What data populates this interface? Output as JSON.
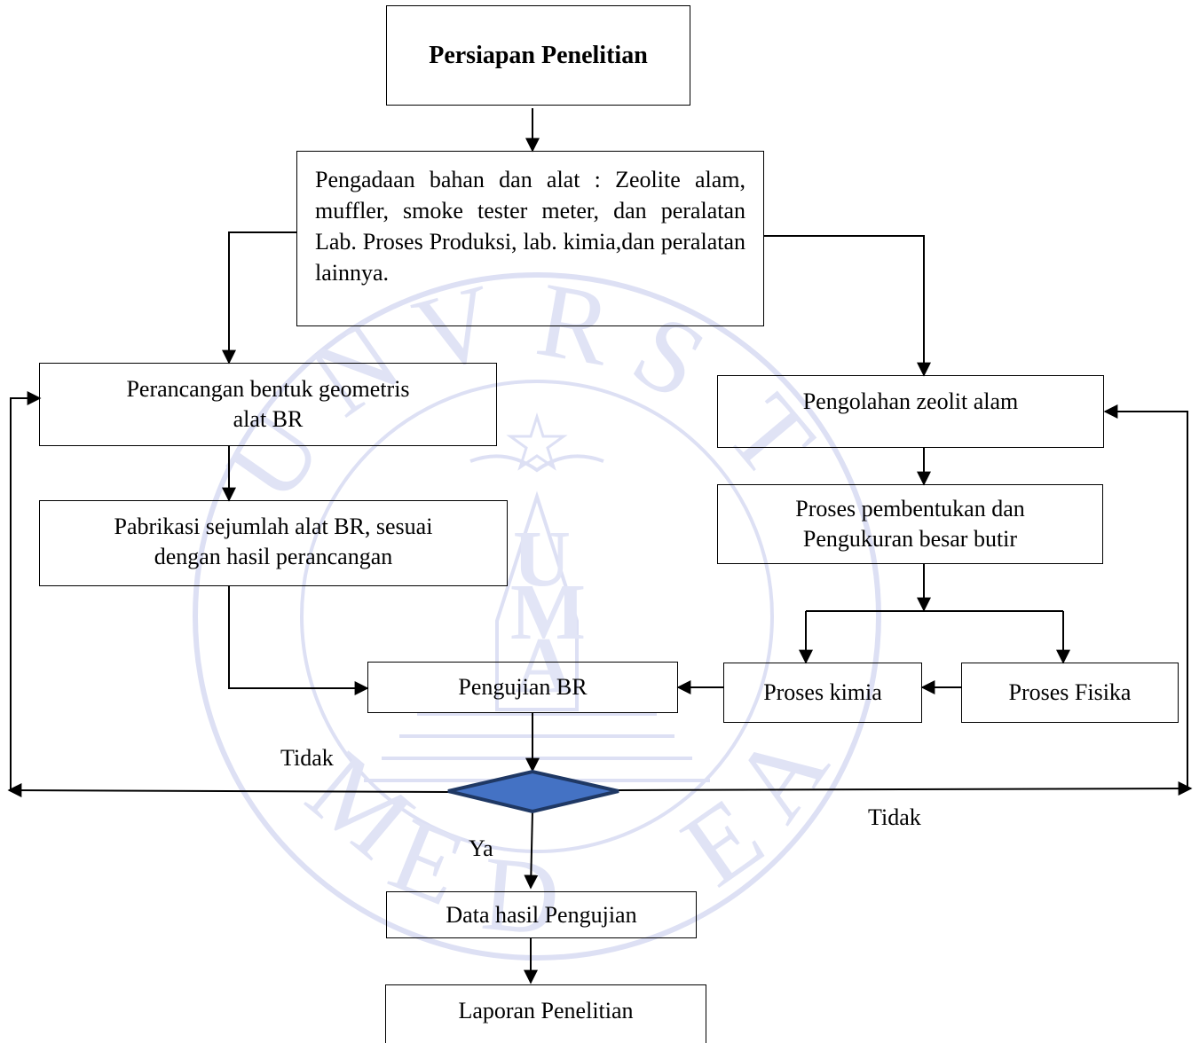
{
  "diagram": {
    "nodes": {
      "persiapan": "Persiapan Penelitian",
      "pengadaan": "Pengadaan bahan dan alat    : Zeolite alam, muffler, smoke tester meter, dan peralatan Lab. Proses Produksi, lab. kimia,dan peralatan lainnya.",
      "perancangan_line1": "Perancangan  bentuk geometris",
      "perancangan_line2": "alat BR",
      "pengolahan": "Pengolahan zeolit alam",
      "pabrikasi_line1": "Pabrikasi sejumlah alat BR, sesuai",
      "pabrikasi_line2": "dengan hasil perancangan",
      "pembentukan_line1": "Proses pembentukan  dan",
      "pembentukan_line2": "Pengukuran besar butir",
      "pengujian": "Pengujian BR",
      "kimia": "Proses kimia",
      "fisika": "Proses Fisika",
      "data": "Data hasil Pengujian",
      "laporan": "Laporan Penelitian"
    },
    "edge_labels": {
      "tidak_left": "Tidak",
      "tidak_right": "Tidak",
      "ya": "Ya"
    },
    "colors": {
      "decision_fill": "#4472C4",
      "decision_stroke": "#1F3864",
      "line": "#000000",
      "watermark": "#DADDF3"
    }
  }
}
